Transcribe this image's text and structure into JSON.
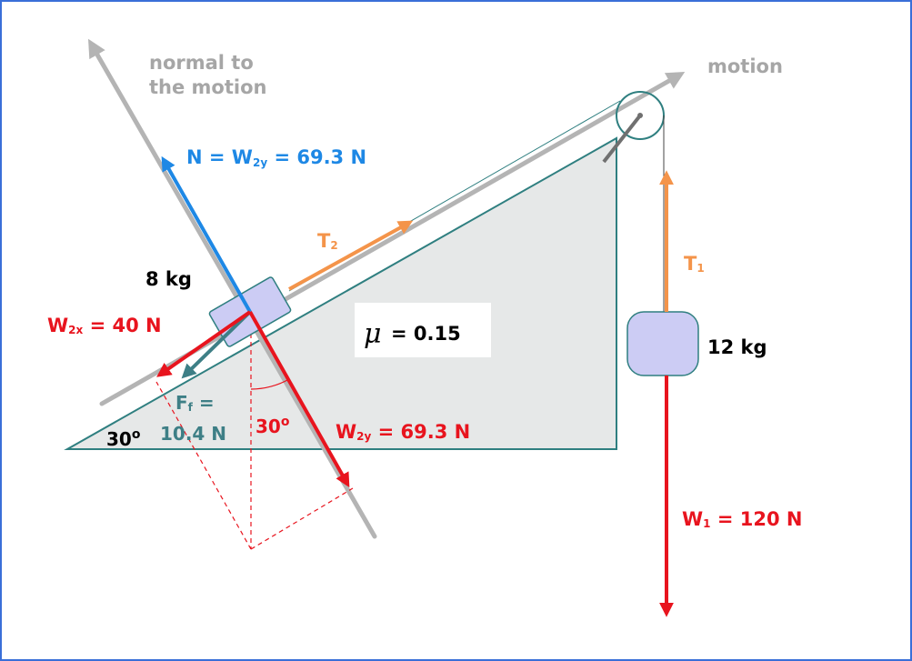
{
  "labels": {
    "normal_line1": "normal to",
    "normal_line2": "the motion",
    "motion": "motion",
    "normal_force_prefix": "N = W",
    "normal_force_sub": "2y",
    "normal_force_suffix": " = 69.3 N",
    "t2_main": "T",
    "t2_sub": "2",
    "mass_block": "8 kg",
    "w2x_prefix": "W",
    "w2x_sub": "2x",
    "w2x_suffix": " = 40 N",
    "mu_symbol": "μ",
    "mu_value": " = 0.15",
    "ff_line1_main": "F",
    "ff_line1_sub": "f",
    "ff_line1_suffix": " =",
    "ff_line2": "10.4 N",
    "angle_incline": "30",
    "angle_incline_deg": "o",
    "angle_weight": "30",
    "angle_weight_deg": "o",
    "w2y_prefix": "W",
    "w2y_sub": "2y",
    "w2y_suffix": " = 69.3 N",
    "t1_main": "T",
    "t1_sub": "1",
    "mass_hanging": "12 kg",
    "w1_prefix": "W",
    "w1_sub": "1",
    "w1_suffix": " = 120 N"
  },
  "colors": {
    "red": "#e8141e",
    "blue": "#1e88e5",
    "orange": "#f4944a",
    "teal": "#3e7f86",
    "gray": "#b4b4b4",
    "incline_fill": "#e6e8e8",
    "block_fill": "#ccccf4",
    "frame": "#3a6fd8"
  },
  "icons": [
    "pulley-icon",
    "arrow-icon"
  ]
}
